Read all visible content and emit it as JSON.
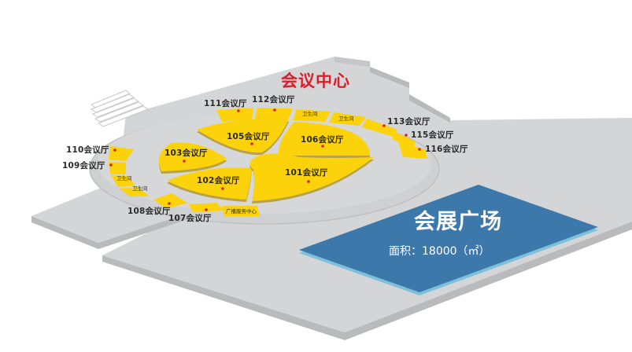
{
  "map": {
    "title": "会议中心",
    "colors": {
      "floor": "#d4d5d7",
      "floor_edge": "#b9babc",
      "room": "#fcd20a",
      "room_shadow": "#b7a24a",
      "title": "#d8202a",
      "plaza": "#3d78ab",
      "plaza_edge": "#7ec0da",
      "marker": "#d4281c"
    },
    "rooms": [
      {
        "id": "101",
        "label": "101会议厅"
      },
      {
        "id": "102",
        "label": "102会议厅"
      },
      {
        "id": "103",
        "label": "103会议厅"
      },
      {
        "id": "105",
        "label": "105会议厅"
      },
      {
        "id": "106",
        "label": "106会议厅"
      },
      {
        "id": "107",
        "label": "107会议厅"
      },
      {
        "id": "108",
        "label": "108会议厅"
      },
      {
        "id": "109",
        "label": "109会议厅"
      },
      {
        "id": "110",
        "label": "110会议厅"
      },
      {
        "id": "111",
        "label": "111会议厅"
      },
      {
        "id": "112",
        "label": "112会议厅"
      },
      {
        "id": "113",
        "label": "113会议厅"
      },
      {
        "id": "115",
        "label": "115会议厅"
      },
      {
        "id": "116",
        "label": "116会议厅"
      }
    ],
    "facilities": {
      "restroom": "卫生间",
      "broadcast": "广播服务中心"
    },
    "plaza": {
      "name": "会展广场",
      "area_label": "面积：18000（㎡）"
    }
  }
}
